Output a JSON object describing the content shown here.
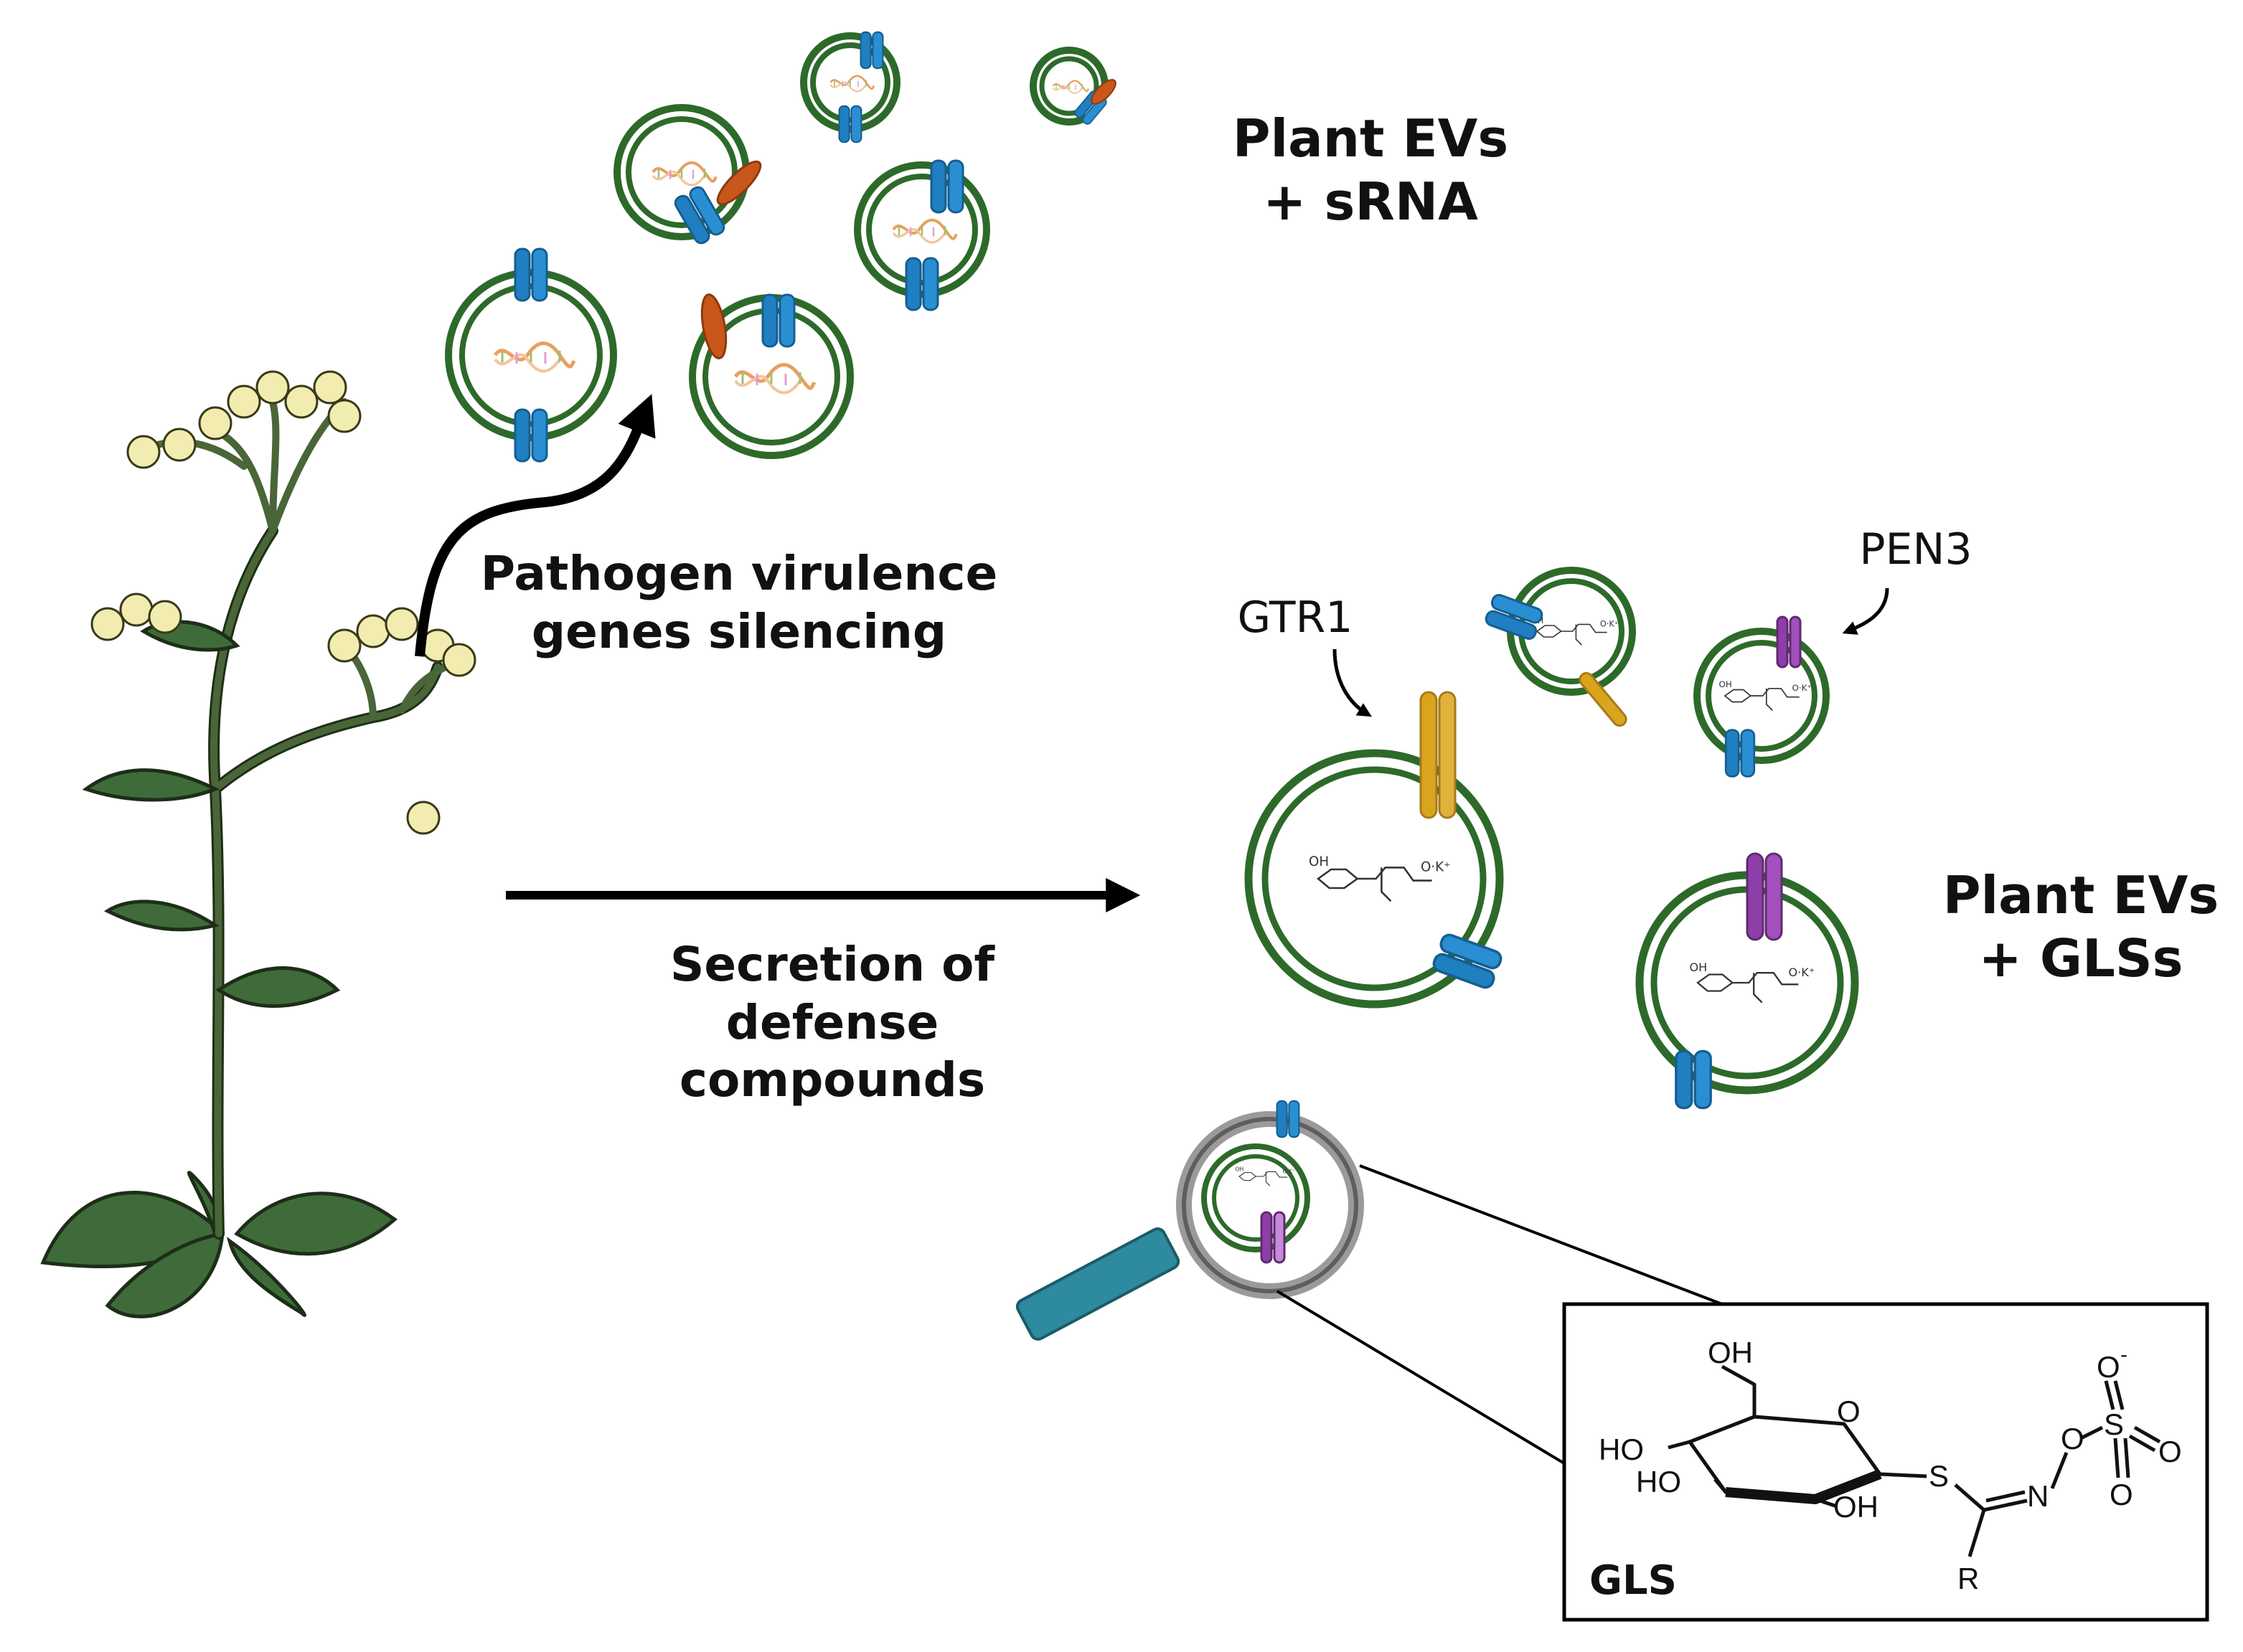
{
  "labels": {
    "evs_srna_line1": "Plant EVs",
    "evs_srna_line2": "+ sRNA",
    "silencing_line1": "Pathogen virulence",
    "silencing_line2": "genes silencing",
    "secretion_line1": "Secretion of",
    "secretion_line2": "defense",
    "secretion_line3": "compounds",
    "gtr1": "GTR1",
    "pen3": "PEN3",
    "evs_gls_line1": "Plant EVs",
    "evs_gls_line2": "+ GLSs",
    "gls_box_title": "GLS"
  },
  "chemical": {
    "oh_top": "OH",
    "ho_left1": "HO",
    "ho_left2": "HO",
    "oh_bottom": "OH",
    "ring_o": "O",
    "s": "S",
    "n": "N",
    "o_link": "O",
    "s_sulf": "S",
    "o_top": "O",
    "minus": "-",
    "o_right": "O",
    "o_bottom": "O",
    "r": "R"
  },
  "colors": {
    "membrane": "#2d6a2a",
    "channel": "#1f7fc0",
    "channel_dark": "#155e92",
    "gtr1": "#d9a51c",
    "pen3": "#8e3ea8",
    "orange_protein": "#c9561a",
    "plant_stem": "#4a6638",
    "plant_leaf": "#3f6b3a",
    "flower": "#f2ecb0",
    "magnifier_handle": "#2e8a9e"
  }
}
